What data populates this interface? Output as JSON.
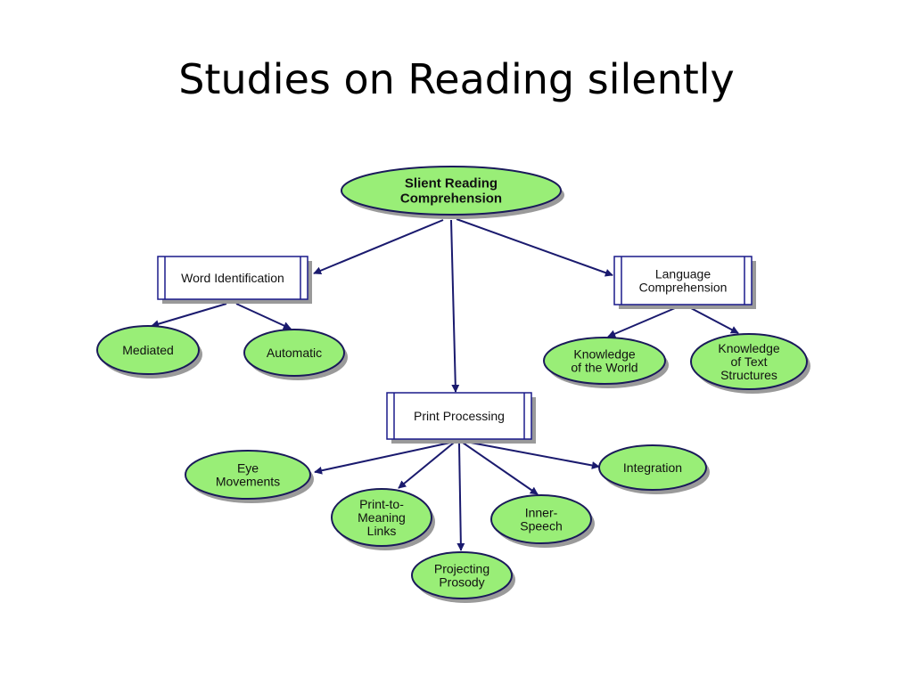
{
  "slide": {
    "title": "Studies on Reading silently"
  },
  "diagram": {
    "colors": {
      "oval_fill": "#99ee77",
      "oval_stroke": "#1a1a5a",
      "box_fill": "#ffffff",
      "box_stroke": "#1a1a8a",
      "arrow": "#1a1a6e",
      "shadow": "#9a9a9a"
    },
    "nodes": {
      "root": {
        "shape": "oval",
        "lines": [
          "Slient Reading",
          "Comprehension"
        ]
      },
      "word_identification": {
        "shape": "box",
        "lines": [
          "Word Identification"
        ]
      },
      "language_comprehension": {
        "shape": "box",
        "lines": [
          "Language",
          "Comprehension"
        ]
      },
      "print_processing": {
        "shape": "box",
        "lines": [
          "Print Processing"
        ]
      },
      "mediated": {
        "shape": "oval",
        "lines": [
          "Mediated"
        ]
      },
      "automatic": {
        "shape": "oval",
        "lines": [
          "Automatic"
        ]
      },
      "knowledge_world": {
        "shape": "oval",
        "lines": [
          "Knowledge",
          "of the World"
        ]
      },
      "knowledge_text": {
        "shape": "oval",
        "lines": [
          "Knowledge",
          "of Text",
          "Structures"
        ]
      },
      "eye_movements": {
        "shape": "oval",
        "lines": [
          "Eye",
          "Movements"
        ]
      },
      "print_to_meaning": {
        "shape": "oval",
        "lines": [
          "Print-to-",
          "Meaning",
          "Links"
        ]
      },
      "projecting_prosody": {
        "shape": "oval",
        "lines": [
          "Projecting",
          "Prosody"
        ]
      },
      "inner_speech": {
        "shape": "oval",
        "lines": [
          "Inner-",
          "Speech"
        ]
      },
      "integration": {
        "shape": "oval",
        "lines": [
          "Integration"
        ]
      }
    },
    "edges": [
      [
        "root",
        "word_identification"
      ],
      [
        "root",
        "print_processing"
      ],
      [
        "root",
        "language_comprehension"
      ],
      [
        "word_identification",
        "mediated"
      ],
      [
        "word_identification",
        "automatic"
      ],
      [
        "language_comprehension",
        "knowledge_world"
      ],
      [
        "language_comprehension",
        "knowledge_text"
      ],
      [
        "print_processing",
        "eye_movements"
      ],
      [
        "print_processing",
        "print_to_meaning"
      ],
      [
        "print_processing",
        "projecting_prosody"
      ],
      [
        "print_processing",
        "inner_speech"
      ],
      [
        "print_processing",
        "integration"
      ]
    ]
  }
}
